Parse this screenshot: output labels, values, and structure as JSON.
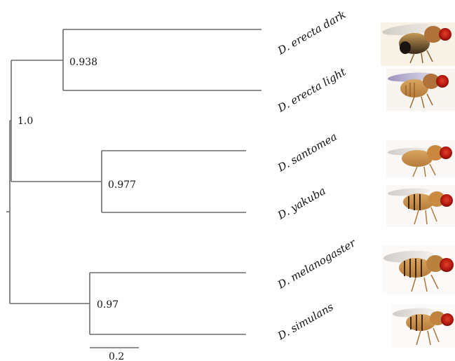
{
  "tree": {
    "support_values": {
      "root_ingroup": "1.0",
      "erecta_clade": "0.938",
      "santomea_yakuba_clade": "0.977",
      "melanogaster_simulans_clade": "0.97"
    },
    "taxa": [
      {
        "label": "D. erecta dark",
        "image": "fly-erecta-dark"
      },
      {
        "label": "D. erecta light",
        "image": "fly-erecta-light"
      },
      {
        "label": "D. santomea",
        "image": "fly-santomea"
      },
      {
        "label": "D. yakuba",
        "image": "fly-yakuba"
      },
      {
        "label": "D. melanogaster",
        "image": "fly-melanogaster"
      },
      {
        "label": "D. simulans",
        "image": "fly-simulans"
      }
    ],
    "scale_bar": {
      "label": "0.2"
    }
  }
}
